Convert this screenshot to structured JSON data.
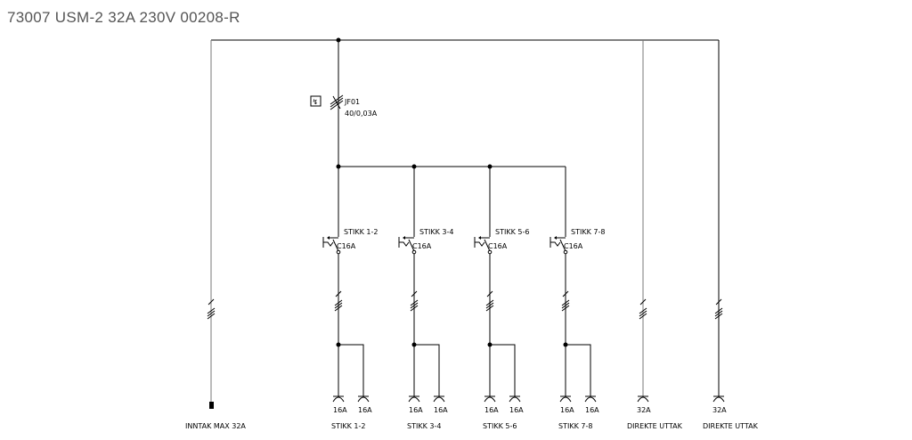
{
  "title": "73007 USM-2 32A 230V 00208-R",
  "rcd": {
    "name": "JF01",
    "rating": "40/0,03A"
  },
  "intake": {
    "label": "INNTAK MAX 32A"
  },
  "branches": [
    {
      "breaker_label": "STIKK 1-2",
      "breaker_rating": "C16A",
      "sockets": [
        "16A",
        "16A"
      ],
      "bottom_label": "STIKK 1-2"
    },
    {
      "breaker_label": "STIKK 3-4",
      "breaker_rating": "C16A",
      "sockets": [
        "16A",
        "16A"
      ],
      "bottom_label": "STIKK 3-4"
    },
    {
      "breaker_label": "STIKK 5-6",
      "breaker_rating": "C16A",
      "sockets": [
        "16A",
        "16A"
      ],
      "bottom_label": "STIKK 5-6"
    },
    {
      "breaker_label": "STIKK 7-8",
      "breaker_rating": "C16A",
      "sockets": [
        "16A",
        "16A"
      ],
      "bottom_label": "STIKK 7-8"
    }
  ],
  "direct_outlets": [
    {
      "socket": "32A",
      "label": "DIREKTE UTTAK"
    },
    {
      "socket": "32A",
      "label": "DIREKTE UTTAK"
    }
  ]
}
